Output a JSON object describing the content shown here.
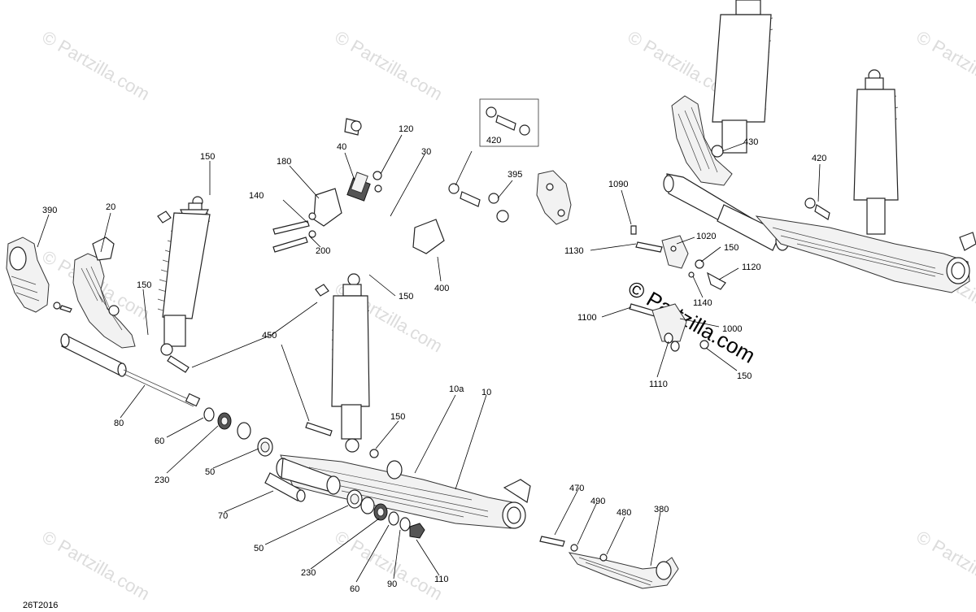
{
  "diagram_code": "26T2016",
  "watermark": "© Partzilla.com",
  "labels": {
    "p10": "10",
    "p10a": "10a",
    "p20": "20",
    "p30": "30",
    "p40": "40",
    "p50a": "50",
    "p50b": "50",
    "p60a": "60",
    "p60b": "60",
    "p70": "70",
    "p80": "80",
    "p90": "90",
    "p110": "110",
    "p120": "120",
    "p150a": "150",
    "p150b": "150",
    "p150c": "150",
    "p150d": "150",
    "p150e": "150",
    "p150f": "150",
    "p180": "180",
    "p200": "200",
    "p230a": "230",
    "p230b": "230",
    "p380": "380",
    "p390": "390",
    "p395": "395",
    "p400": "400",
    "p420a": "420",
    "p420b": "420",
    "p430": "430",
    "p450": "450",
    "p470": "470",
    "p480": "480",
    "p490": "490",
    "p140": "140",
    "p1000": "1000",
    "p1020": "1020",
    "p1090": "1090",
    "p1100": "1100",
    "p1110": "1110",
    "p1120": "1120",
    "p1130": "1130",
    "p1140": "1140"
  }
}
